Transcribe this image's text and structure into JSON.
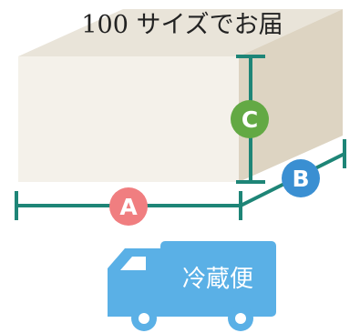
{
  "title": "100 サイズでお届",
  "dimensions": {
    "a": {
      "label": "A",
      "color": "#f07e80"
    },
    "b": {
      "label": "B",
      "color": "#3a8fd2"
    },
    "c": {
      "label": "C",
      "color": "#63a944"
    }
  },
  "box": {
    "front_color": "#f4f1ea",
    "top_color": "#e9e4d9",
    "side_color": "#ddd4c2"
  },
  "measure_line_color": "#1e8577",
  "truck": {
    "label": "冷蔵便",
    "color": "#5ab0e6",
    "icon": "delivery-truck-icon"
  }
}
